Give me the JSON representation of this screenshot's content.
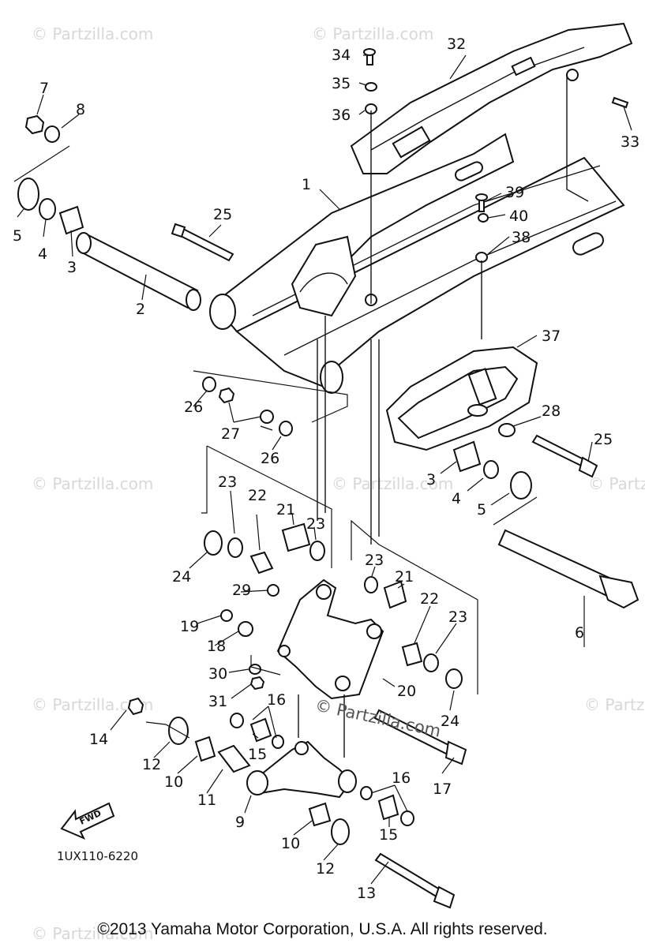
{
  "watermark": "© Partzilla.com",
  "center_watermark": "© Partzilla.com",
  "diagram_code": "1UX110-6220",
  "fwd_label": "FWD",
  "copyright": "©2013  Yamaha Motor Corporation, U.S.A. All rights reserved.",
  "callouts": [
    "1",
    "2",
    "3",
    "4",
    "5",
    "6",
    "7",
    "8",
    "9",
    "10",
    "11",
    "12",
    "13",
    "14",
    "15",
    "16",
    "17",
    "18",
    "19",
    "20",
    "21",
    "22",
    "23",
    "24",
    "25",
    "26",
    "27",
    "28",
    "29",
    "30",
    "31",
    "32",
    "33",
    "34",
    "35",
    "36",
    "37",
    "38",
    "39",
    "40"
  ]
}
